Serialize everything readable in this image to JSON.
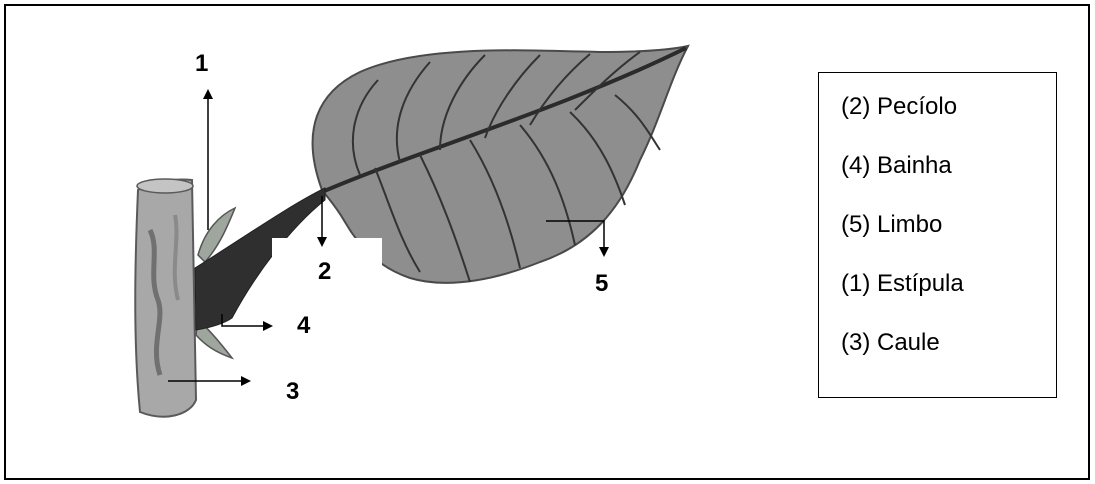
{
  "diagram": {
    "labels": {
      "n1": "1",
      "n2": "2",
      "n3": "3",
      "n4": "4",
      "n5": "5"
    }
  },
  "legend": {
    "items": [
      {
        "text": "(2) Pecíolo"
      },
      {
        "text": "(4) Bainha"
      },
      {
        "text": "(5) Limbo"
      },
      {
        "text": "(1) Estípula"
      },
      {
        "text": "(3) Caule"
      }
    ]
  },
  "colors": {
    "leaf": "#8c8c8c",
    "vein": "#2b2b2b",
    "stem": "#a6a6a6",
    "petiole": "#333333",
    "stipule": "#9fa79f"
  }
}
